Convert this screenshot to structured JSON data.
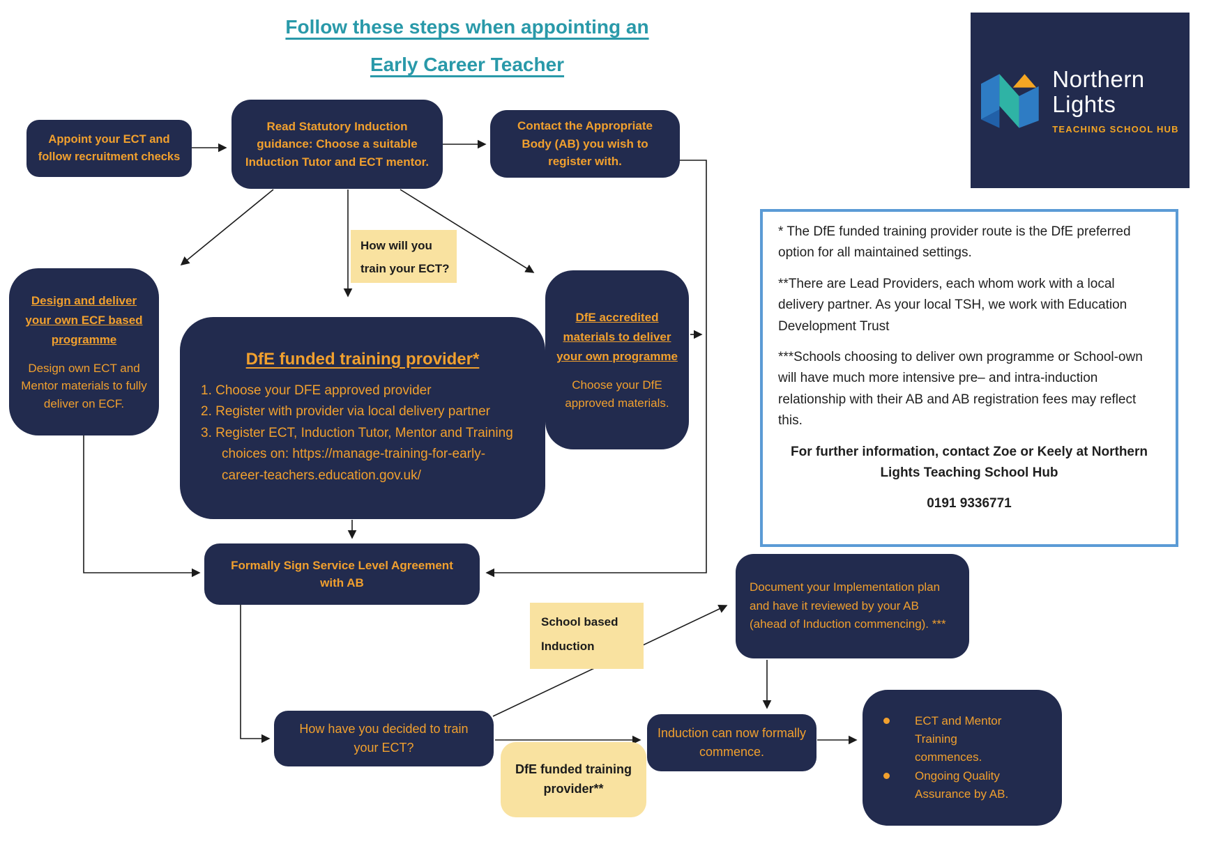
{
  "title": {
    "line1": "Follow these steps when appointing an",
    "line2": "Early Career Teacher"
  },
  "logo": {
    "word1": "Northern",
    "word2": "Lights",
    "tagline": "TEACHING SCHOOL HUB"
  },
  "flow": {
    "appoint": "Appoint your ECT and follow recruitment checks",
    "read_guidance": "Read Statutory Induction guidance: Choose a suitable Induction Tutor and ECT mentor.",
    "contact_ab": "Contact the Appropriate Body (AB) you wish to register with.",
    "how_will_you_train": "How will you train your ECT?",
    "design_heading": "Design and deliver your own ECF based programme",
    "design_body": "Design own ECT and Mentor materials to fully deliver on ECF.",
    "funded_heading": "DfE funded training provider*",
    "funded_steps": [
      "1. Choose your DFE approved provider",
      "2. Register with provider via local delivery partner",
      "3. Register ECT, Induction Tutor, Mentor and Training choices on: https://manage-training-for-early-career-teachers.education.gov.uk/"
    ],
    "accredited_heading": "DfE accredited materials  to deliver your own programme",
    "accredited_body": "Choose your DfE approved materials.",
    "sign_sla": "Formally Sign Service Level Agreement with AB",
    "school_based_induction": "School based Induction",
    "implementation_plan": "Document your Implementation plan and have it reviewed by your AB (ahead of Induction commencing). ***",
    "how_decided": "How have you decided to train your ECT?",
    "funded_provider_2": "DfE funded training provider**",
    "commence": "Induction can now formally commence.",
    "outcomes": [
      "ECT and Mentor Training commences.",
      "Ongoing Quality Assurance by AB."
    ]
  },
  "notes": {
    "p1": "* The DfE funded training provider route is the DfE preferred option for all maintained settings.",
    "p2": "**There are Lead Providers, each whom work with a local delivery  partner. As your local TSH, we work with Education Development Trust",
    "p3": "***Schools choosing to deliver own programme  or School-own will have much more intensive pre– and intra-induction relationship with their AB and AB registration fees may reflect this.",
    "contact": "For further information, contact Zoe or Keely at Northern Lights Teaching School Hub",
    "phone": "0191 9336771"
  },
  "colors": {
    "navy": "#222B4E",
    "orange": "#F1A02E",
    "yellow": "#F9E2A0",
    "teal": "#2999A9",
    "note_border": "#5B9BD5",
    "logo_orange": "#F5A623",
    "logo_blue": "#2E7CC4",
    "logo_teal": "#2FB3A5"
  }
}
